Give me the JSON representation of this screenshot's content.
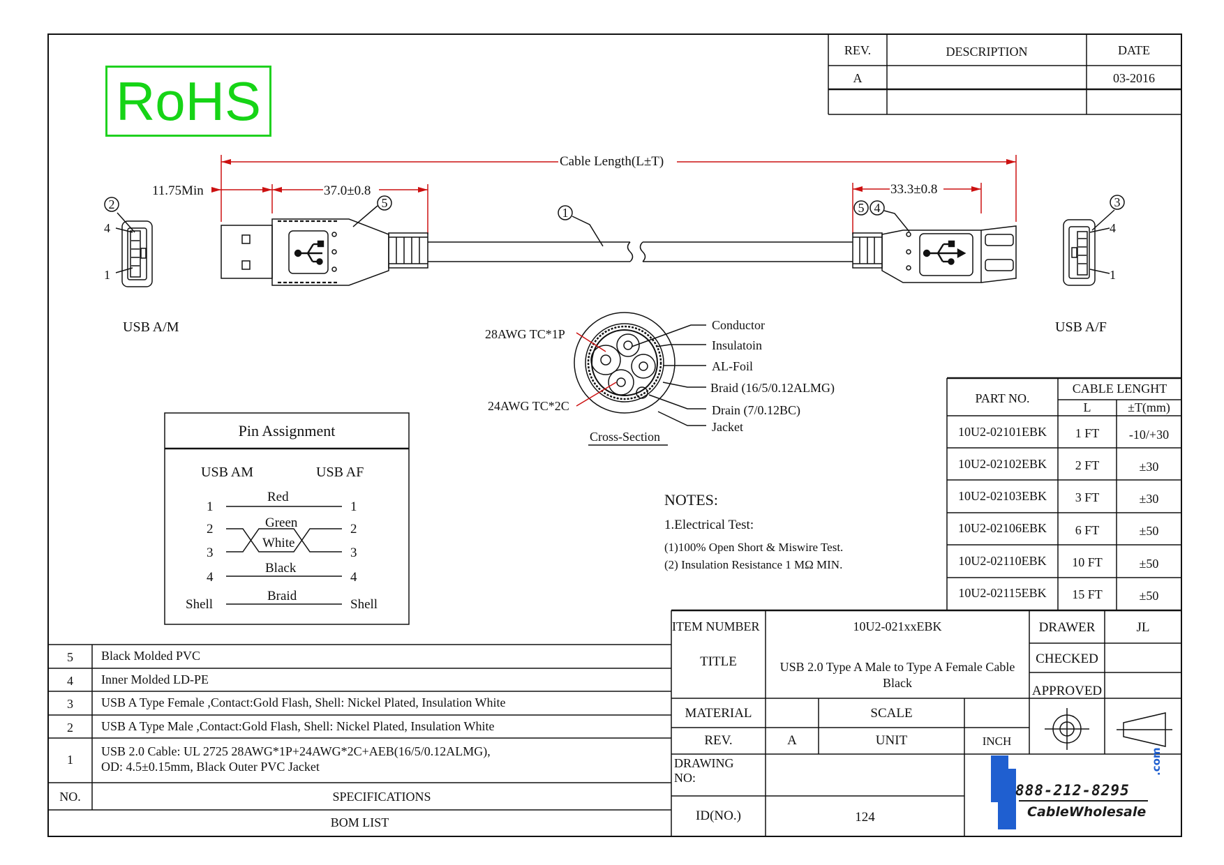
{
  "rohs": "RoHS",
  "revision_table": {
    "headers": [
      "REV.",
      "DESCRIPTION",
      "DATE"
    ],
    "rows": [
      [
        "A",
        "",
        "03-2016"
      ],
      [
        "",
        "",
        ""
      ]
    ]
  },
  "dimensions": {
    "cable_length": "Cable Length(L±T)",
    "min_length": "11.75Min",
    "male_length": "37.0±0.8",
    "female_length": "33.3±0.8"
  },
  "callouts": [
    "1",
    "2",
    "3",
    "4",
    "5"
  ],
  "pin_labels": {
    "pin4": "4",
    "pin1": "1"
  },
  "connectors": {
    "male": "USB A/M",
    "female": "USB A/F"
  },
  "cross_section": {
    "title": "Cross-Section",
    "left_labels": [
      "28AWG TC*1P",
      "24AWG TC*2C"
    ],
    "right_labels": [
      "Conductor",
      "Insulatoin",
      "AL-Foil",
      "Braid (16/5/0.12ALMG)",
      "Drain (7/0.12BC)",
      "Jacket"
    ]
  },
  "pin_assignment": {
    "title": "Pin Assignment",
    "left_header": "USB AM",
    "right_header": "USB AF",
    "rows": [
      {
        "left": "1",
        "wire": "Red",
        "right": "1"
      },
      {
        "left": "2",
        "wire": "Green",
        "right": "2"
      },
      {
        "left": "3",
        "wire": "White",
        "right": "3"
      },
      {
        "left": "4",
        "wire": "Black",
        "right": "4"
      },
      {
        "left": "Shell",
        "wire": "Braid",
        "right": "Shell"
      }
    ]
  },
  "notes": {
    "title": "NOTES:",
    "items": [
      "1.Electrical Test:",
      "(1)100% Open Short & Miswire Test.",
      "(2) Insulation Resistance 1 MΩ  MIN."
    ]
  },
  "part_table": {
    "part_no": "PART NO.",
    "cable_length": "CABLE LENGHT",
    "l": "L",
    "t": "±T(mm)",
    "rows": [
      [
        "10U2-02101EBK",
        "1 FT",
        "-10/+30"
      ],
      [
        "10U2-02102EBK",
        "2 FT",
        "±30"
      ],
      [
        "10U2-02103EBK",
        "3 FT",
        "±30"
      ],
      [
        "10U2-02106EBK",
        "6 FT",
        "±50"
      ],
      [
        "10U2-02110EBK",
        "10 FT",
        "±50"
      ],
      [
        "10U2-02115EBK",
        "15 FT",
        "±50"
      ]
    ]
  },
  "bom": {
    "rows": [
      [
        "5",
        "Black Molded PVC"
      ],
      [
        "4",
        "Inner Molded LD-PE"
      ],
      [
        "3",
        "USB A Type Female ,Contact:Gold Flash, Shell: Nickel Plated, Insulation White"
      ],
      [
        "2",
        "USB A Type Male ,Contact:Gold Flash, Shell: Nickel Plated, Insulation White"
      ]
    ],
    "row1_no": "1",
    "row1_lines": [
      "USB 2.0 Cable: UL 2725 28AWG*1P+24AWG*2C+AEB(16/5/0.12ALMG),",
      "OD: 4.5±0.15mm, Black Outer PVC Jacket"
    ],
    "no_header": "NO.",
    "spec_header": "SPECIFICATIONS",
    "footer": "BOM LIST"
  },
  "title_block": {
    "item_number_label": "ITEM NUMBER",
    "item_number": "10U2-021xxEBK",
    "drawer_label": "DRAWER",
    "drawer": "JL",
    "title_label": "TITLE",
    "title_lines": [
      "USB 2.0 Type A Male to Type A Female Cable",
      "Black"
    ],
    "checked_label": "CHECKED",
    "approved_label": "APPROVED",
    "material_label": "MATERIAL",
    "scale_label": "SCALE",
    "rev_label": "REV.",
    "rev": "A",
    "unit_label": "UNIT",
    "unit": "INCH",
    "drawing_no_lines": [
      "DRAWING",
      "NO:"
    ],
    "id_label": "ID(NO.)",
    "id": "124"
  },
  "logo": {
    "phone": "888-212-8295",
    "name": "CableWholesale",
    "com": ".com",
    "color": "#1f5fd0"
  },
  "colors": {
    "dimension": "#cc1111",
    "rohs": "#16d416",
    "line": "#111111"
  }
}
